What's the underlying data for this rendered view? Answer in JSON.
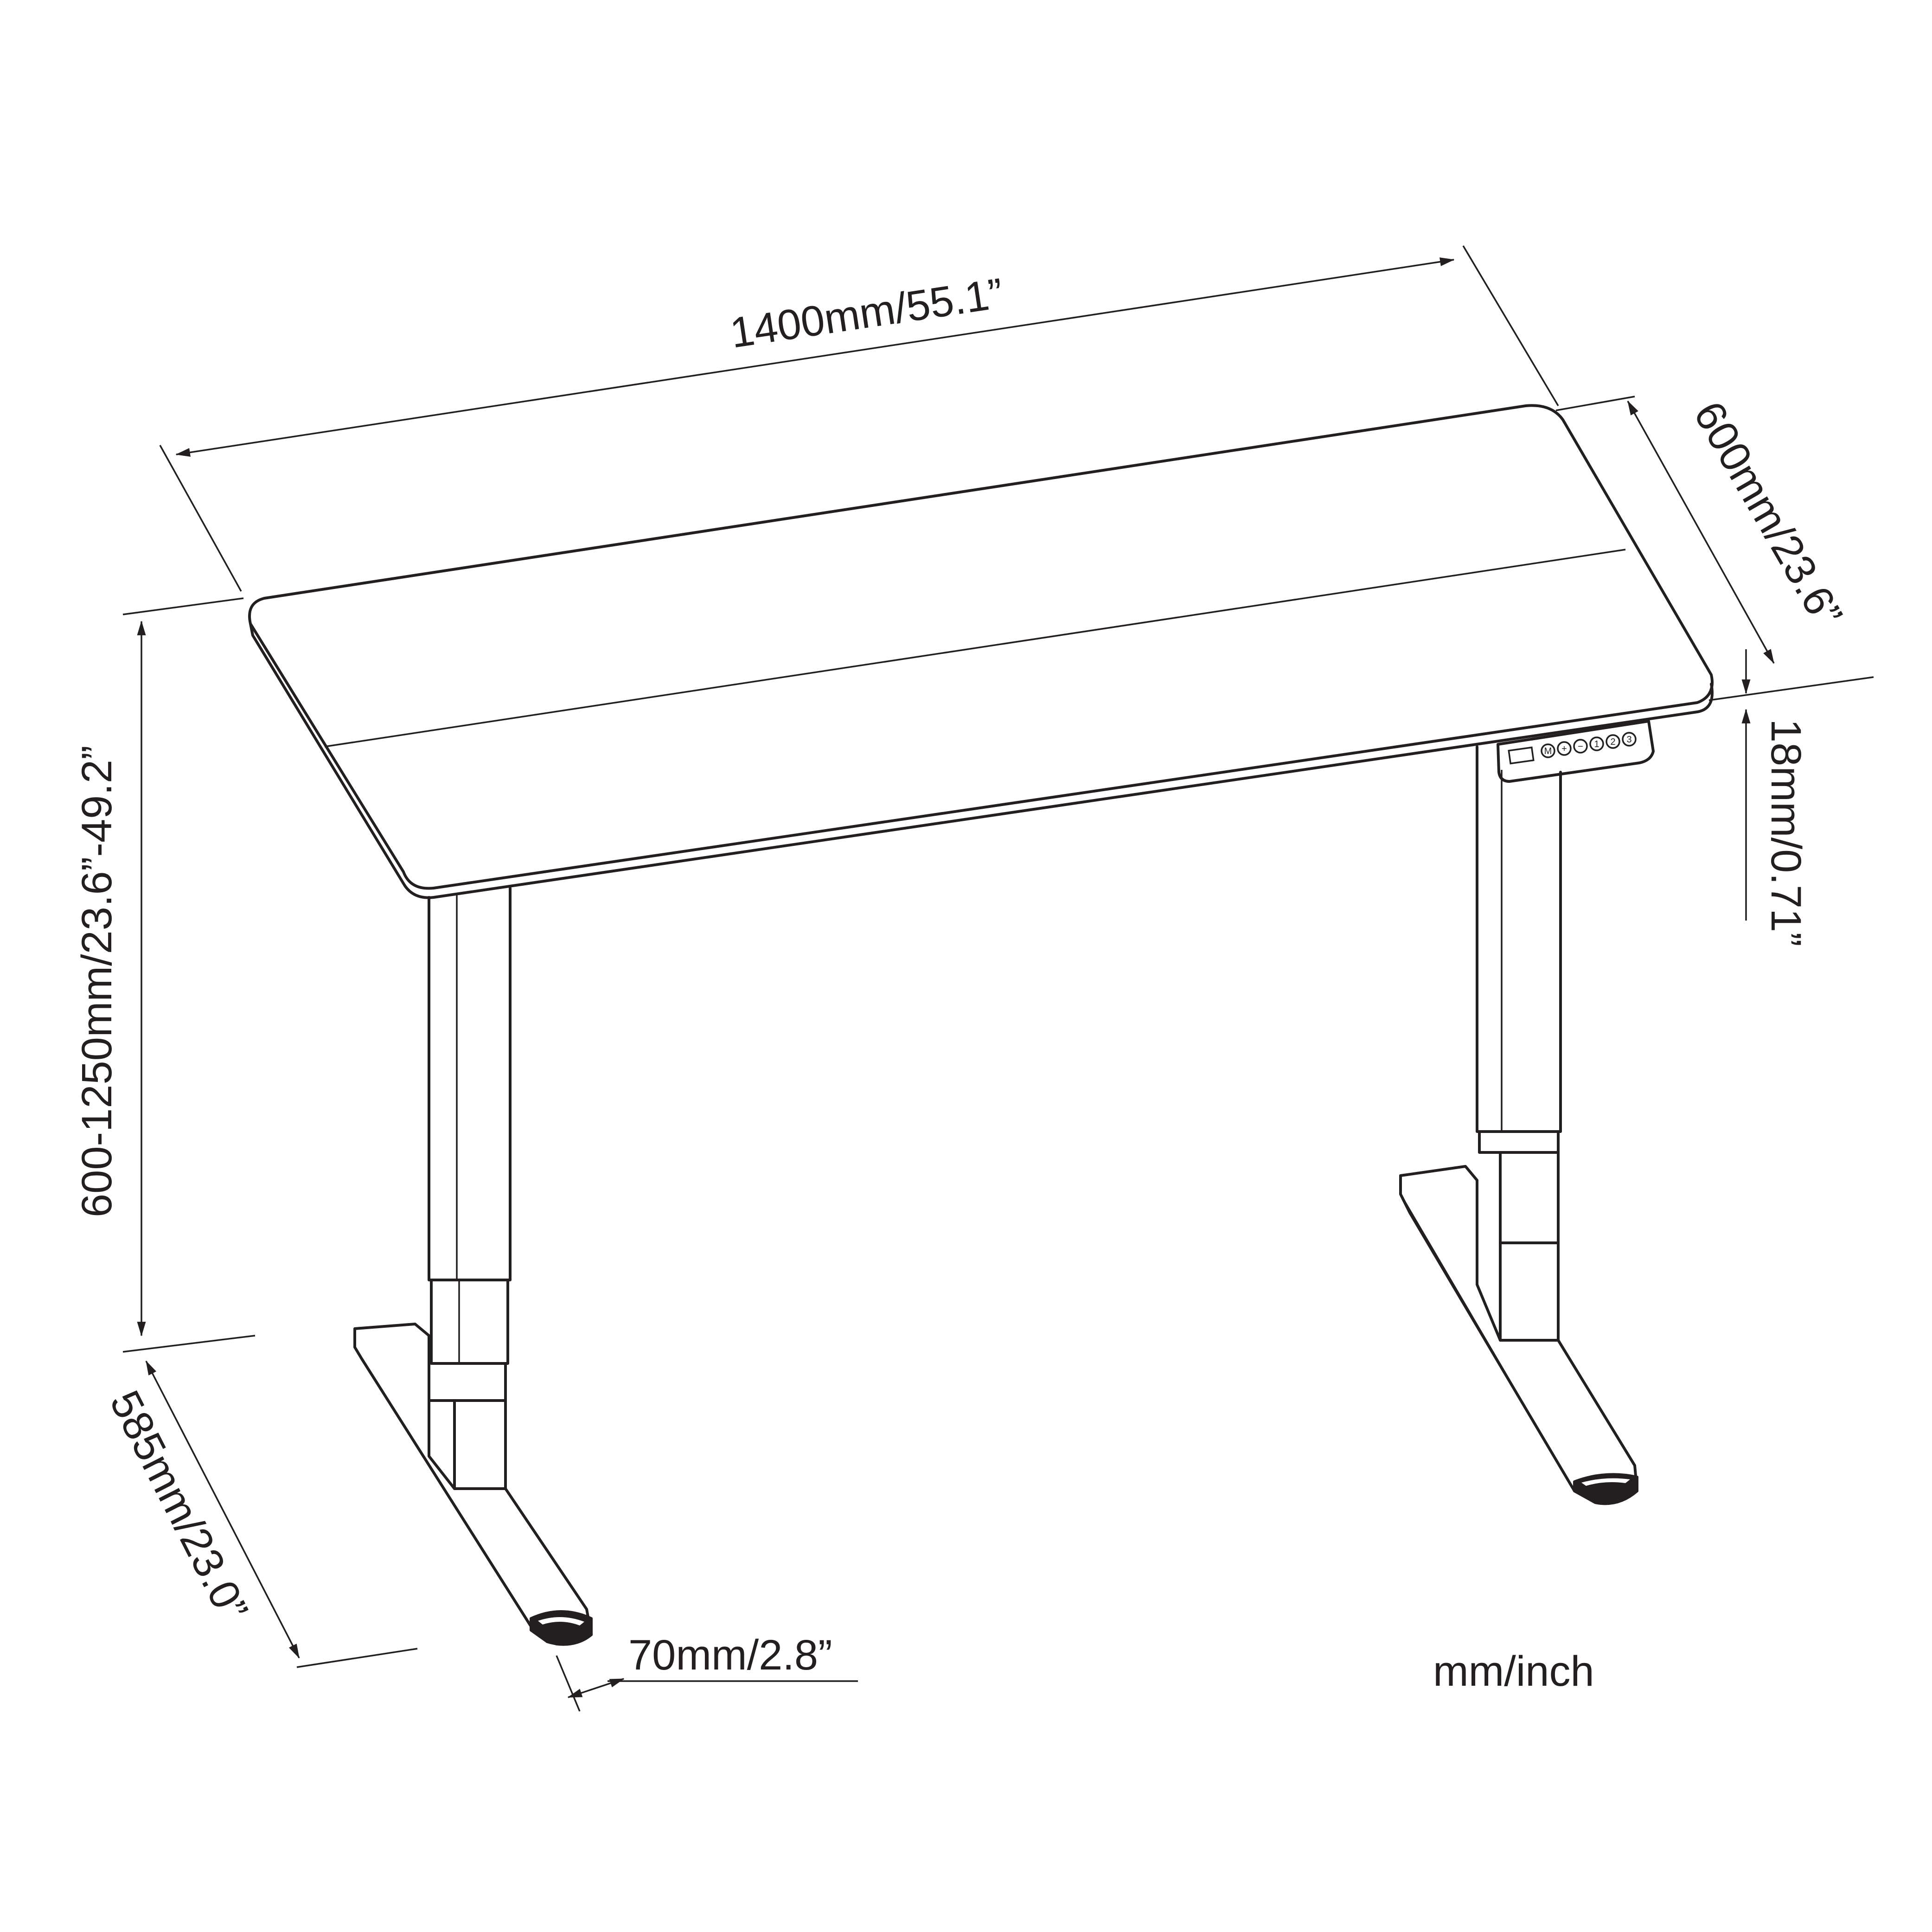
{
  "figure": {
    "labels": {
      "width": "1400mm/55.1”",
      "depth": "600mm/23.6”",
      "height": "600-1250mm/23.6”-49.2”",
      "thickness": "18mm/0.71”",
      "feet": "585mm/23.0”",
      "leg_width": "70mm/2.8”",
      "units": "mm/inch"
    },
    "control_panel": {
      "buttons": [
        "M",
        "+",
        "−",
        "1",
        "2",
        "3"
      ]
    },
    "colors": {
      "ink": "#231f20",
      "background": "#ffffff"
    }
  }
}
